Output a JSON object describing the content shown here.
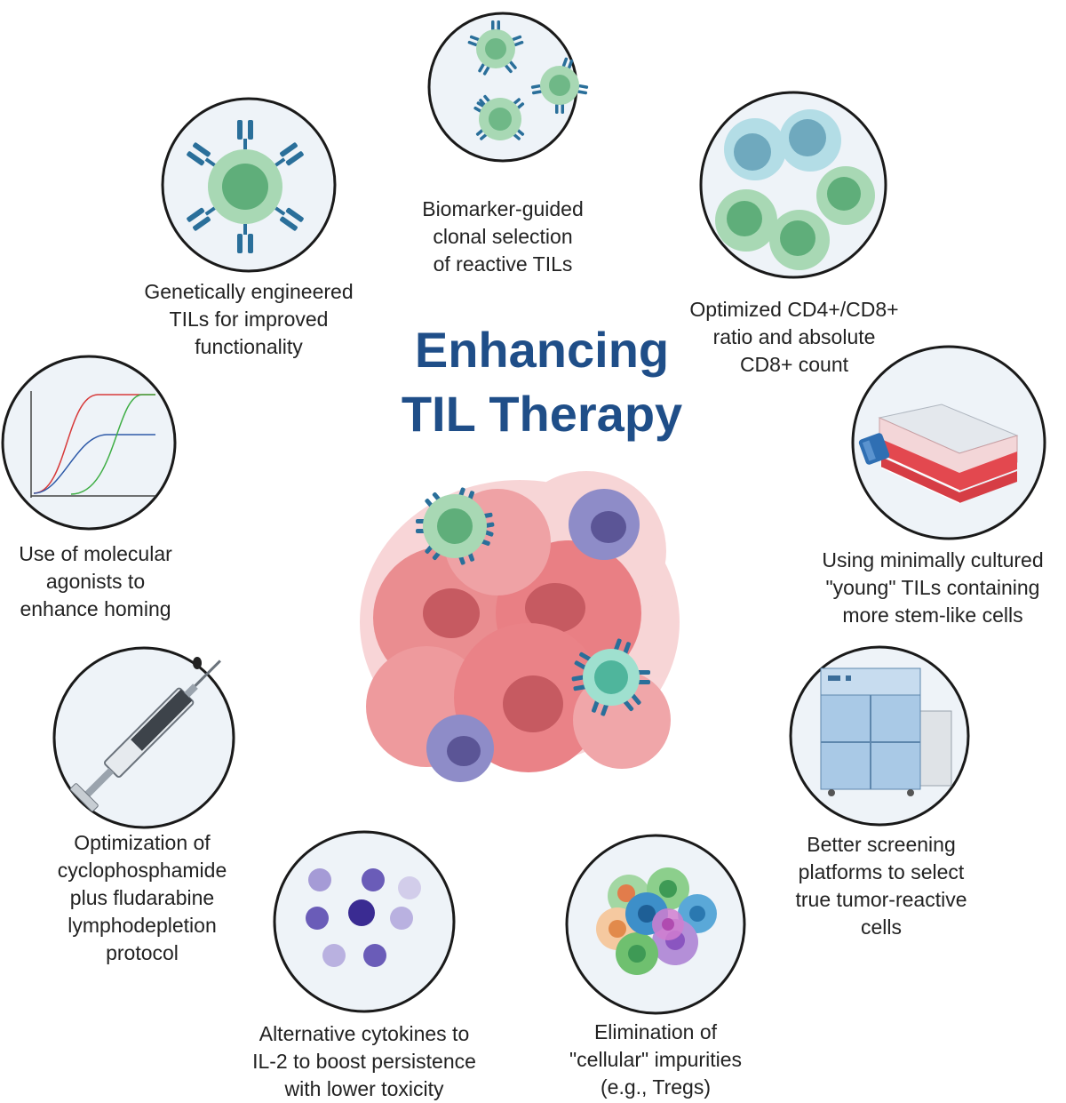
{
  "title": "Enhancing\nTIL Therapy",
  "colors": {
    "title": "#1f4e88",
    "circle_fill": "#eef3f8",
    "circle_stroke": "#1a1a1a",
    "tumor": "#e9868a",
    "tcell": "#8fcf9d",
    "receptor": "#2a6f9a"
  },
  "strategies": [
    {
      "id": "biomarker",
      "icon": "t-cell-cluster-icon",
      "label": "Biomarker-guided\nclonal selection\nof reactive TILs"
    },
    {
      "id": "ratio",
      "icon": "cell-population-icon",
      "label": "Optimized CD4+/CD8+\nratio and absolute\nCD8+ count"
    },
    {
      "id": "young",
      "icon": "culture-flask-icon",
      "label": "Using minimally cultured\n\"young\" TILs containing\nmore stem-like cells"
    },
    {
      "id": "screening",
      "icon": "screening-machine-icon",
      "label": "Better screening\nplatforms to select\ntrue tumor-reactive\ncells"
    },
    {
      "id": "impurities",
      "icon": "mixed-cells-icon",
      "label": "Elimination of\n\"cellular\" impurities\n(e.g., Tregs)"
    },
    {
      "id": "cytokines",
      "icon": "cytokine-spheres-icon",
      "label": "Alternative cytokines to\nIL-2 to boost persistence\nwith lower toxicity"
    },
    {
      "id": "lymphodepletion",
      "icon": "syringe-icon",
      "label": "Optimization of\ncyclophosphamide\nplus fludarabine\nlymphodepletion\nprotocol"
    },
    {
      "id": "agonists",
      "icon": "curve-graph-icon",
      "label": "Use of molecular\nagonists to\nenhance homing"
    },
    {
      "id": "engineered",
      "icon": "engineered-t-cell-icon",
      "label": "Genetically engineered\nTILs for improved\nfunctionality"
    }
  ]
}
